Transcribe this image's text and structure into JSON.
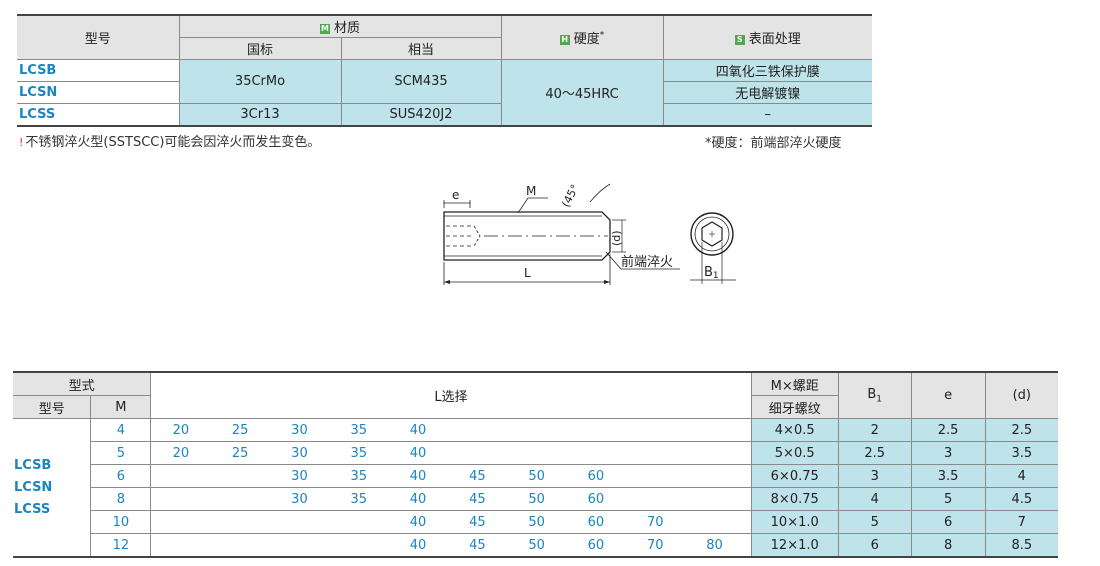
{
  "material_table": {
    "model_header": "型号",
    "material_tag": "M",
    "material_header": "材质",
    "gb_header": "国标",
    "equiv_header": "相当",
    "hardness_tag": "H",
    "hardness_header": "硬度",
    "hardness_mark": "*",
    "surface_tag": "S",
    "surface_header": "表面处理",
    "models": [
      "LCSB",
      "LCSN",
      "LCSS"
    ],
    "gb_group": "35CrMo",
    "equiv_group": "SCM435",
    "gb_lcss": "3Cr13",
    "equiv_lcss": "SUS420J2",
    "hardness": "40～45HRC",
    "surfaces": [
      "四氧化三铁保护膜",
      "无电解镀镍",
      "–"
    ]
  },
  "notes": {
    "warn_icon": "!",
    "left": "不锈钢淬火型(SSTSCC)可能会因淬火而发生变色。",
    "right": "*硬度：前端部淬火硬度"
  },
  "drawing": {
    "label_e": "e",
    "label_M": "M",
    "label_angle": "(45°",
    "label_d": "(d)",
    "label_L": "L",
    "label_tip": "前端淬火",
    "label_B": "B",
    "label_B_sub": "1"
  },
  "size_table": {
    "type_header": "型式",
    "model_header": "型号",
    "m_header": "M",
    "l_header": "L选择",
    "pitch_header_1": "M×螺距",
    "pitch_header_2": "细牙螺纹",
    "b1_header": "B",
    "b1_sub": "1",
    "e_header": "e",
    "d_header": "(d)",
    "models": [
      "LCSB",
      "LCSN",
      "LCSS"
    ],
    "rows": [
      {
        "m": "4",
        "l": [
          "20",
          "25",
          "30",
          "35",
          "40",
          "",
          "",
          "",
          "",
          ""
        ],
        "pitch": "4×0.5",
        "b1": "2",
        "e": "2.5",
        "d": "2.5"
      },
      {
        "m": "5",
        "l": [
          "20",
          "25",
          "30",
          "35",
          "40",
          "",
          "",
          "",
          "",
          ""
        ],
        "pitch": "5×0.5",
        "b1": "2.5",
        "e": "3",
        "d": "3.5"
      },
      {
        "m": "6",
        "l": [
          "",
          "",
          "30",
          "35",
          "40",
          "45",
          "50",
          "60",
          "",
          ""
        ],
        "pitch": "6×0.75",
        "b1": "3",
        "e": "3.5",
        "d": "4"
      },
      {
        "m": "8",
        "l": [
          "",
          "",
          "30",
          "35",
          "40",
          "45",
          "50",
          "60",
          "",
          ""
        ],
        "pitch": "8×0.75",
        "b1": "4",
        "e": "5",
        "d": "4.5"
      },
      {
        "m": "10",
        "l": [
          "",
          "",
          "",
          "",
          "40",
          "45",
          "50",
          "60",
          "70",
          ""
        ],
        "pitch": "10×1.0",
        "b1": "5",
        "e": "6",
        "d": "7"
      },
      {
        "m": "12",
        "l": [
          "",
          "",
          "",
          "",
          "40",
          "45",
          "50",
          "60",
          "70",
          "80"
        ],
        "pitch": "12×1.0",
        "b1": "6",
        "e": "8",
        "d": "8.5"
      }
    ]
  },
  "colors": {
    "accent_blue": "#1a85bf",
    "cyan_fill": "#bfe3ea",
    "header_gray": "#e4e4e4",
    "tag_green": "#4cab4c",
    "warn_red": "#d0352d"
  }
}
